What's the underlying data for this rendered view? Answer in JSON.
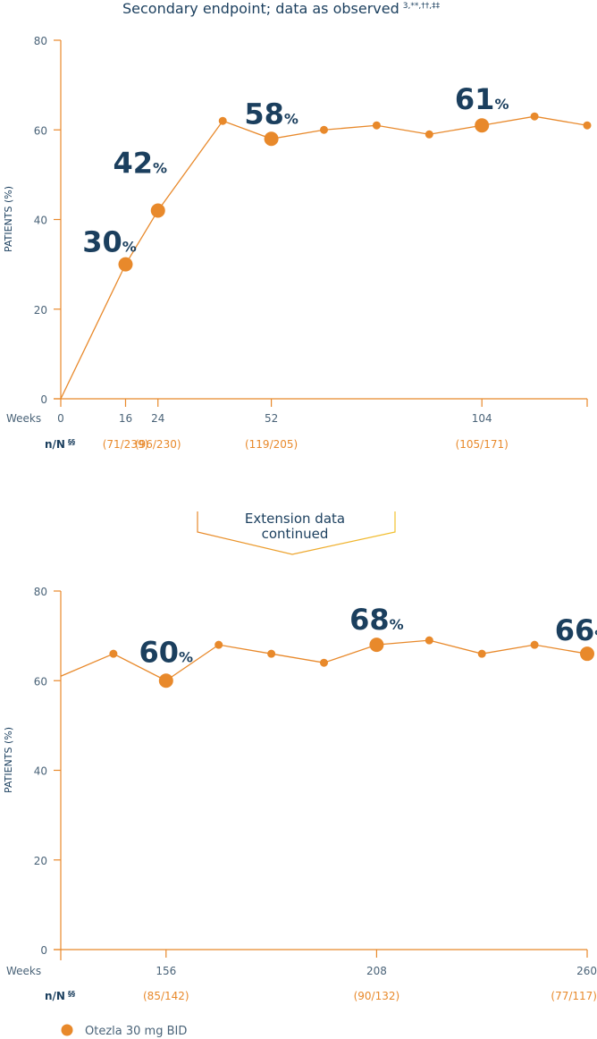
{
  "header": {
    "title": "Secondary endpoint; data as observed",
    "superscript": "3,**,††,‡‡"
  },
  "extension_label": [
    "Extension data",
    "continued"
  ],
  "legend": {
    "label": "Otezla 30 mg BID"
  },
  "colors": {
    "series": "#E8892B",
    "label": "#1B3F5E",
    "axis": "#E8892B"
  },
  "chart_data": [
    {
      "type": "line",
      "ylabel": "PATIENTS (%)",
      "xlabel": "Weeks",
      "ylim": [
        0,
        80
      ],
      "yticks": [
        0,
        20,
        40,
        60,
        80
      ],
      "xlim": [
        0,
        130
      ],
      "xticks": [
        0,
        16,
        24,
        52,
        104
      ],
      "x": [
        0,
        16,
        24,
        40,
        52,
        65,
        78,
        91,
        104,
        117,
        130
      ],
      "values": [
        0,
        30,
        42,
        62,
        58,
        60,
        61,
        59,
        61,
        63,
        61
      ],
      "highlighted": [
        {
          "x": 16,
          "value": "30",
          "unit": "%"
        },
        {
          "x": 24,
          "value": "42",
          "unit": "%"
        },
        {
          "x": 52,
          "value": "58",
          "unit": "%"
        },
        {
          "x": 104,
          "value": "61",
          "unit": "%"
        }
      ],
      "nN_label": "n/N",
      "nN_sup": "§§",
      "nN": [
        {
          "x": 16,
          "text": "(71/239)"
        },
        {
          "x": 24,
          "text": "(96/230)"
        },
        {
          "x": 52,
          "text": "(119/205)"
        },
        {
          "x": 104,
          "text": "(105/171)"
        }
      ]
    },
    {
      "type": "line",
      "ylabel": "PATIENTS (%)",
      "xlabel": "Weeks",
      "ylim": [
        0,
        80
      ],
      "yticks": [
        0,
        20,
        40,
        60,
        80
      ],
      "xlim": [
        130,
        260
      ],
      "xticks": [
        156,
        208,
        260
      ],
      "x": [
        130,
        143,
        156,
        169,
        182,
        195,
        208,
        221,
        234,
        247,
        260
      ],
      "values": [
        61,
        66,
        60,
        68,
        66,
        64,
        68,
        69,
        66,
        68,
        66
      ],
      "highlighted": [
        {
          "x": 156,
          "value": "60",
          "unit": "%"
        },
        {
          "x": 208,
          "value": "68",
          "unit": "%"
        },
        {
          "x": 260,
          "value": "66",
          "unit": "%"
        }
      ],
      "nN_label": "n/N",
      "nN_sup": "§§",
      "nN": [
        {
          "x": 156,
          "text": "(85/142)"
        },
        {
          "x": 208,
          "text": "(90/132)"
        },
        {
          "x": 260,
          "text": "(77/117)"
        }
      ]
    }
  ]
}
